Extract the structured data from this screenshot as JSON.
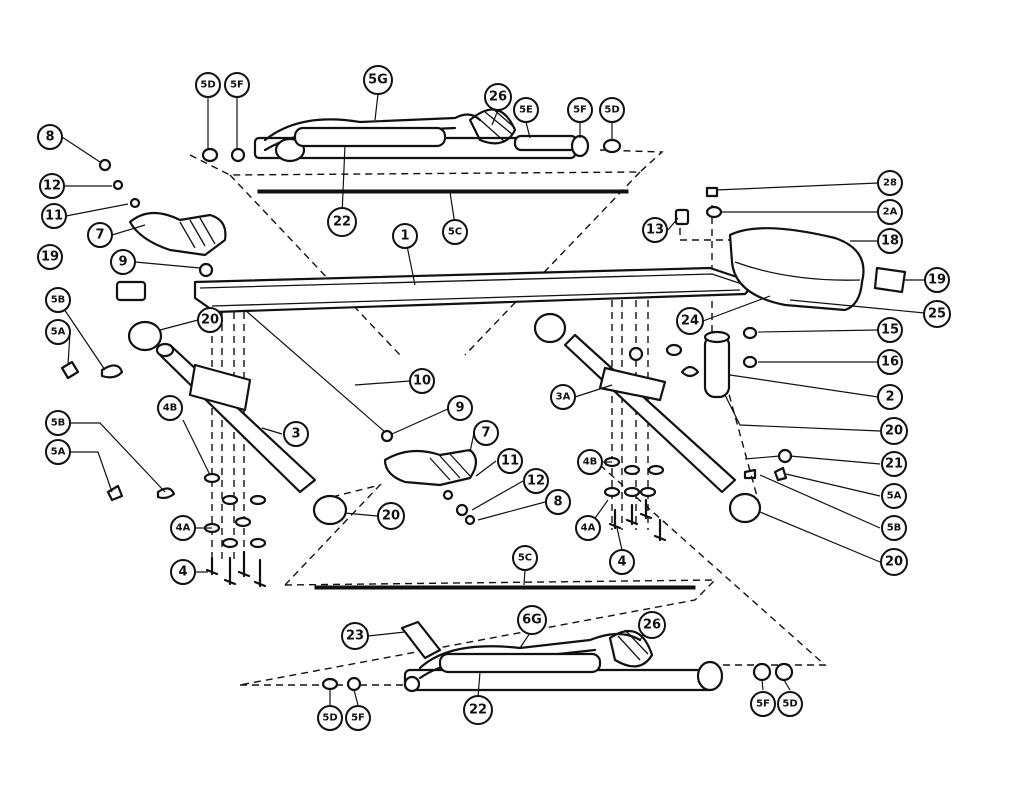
{
  "diagram": {
    "callouts": [
      "5D",
      "5F",
      "5G",
      "26",
      "5E",
      "5F",
      "5D",
      "8",
      "12",
      "11",
      "7",
      "22",
      "5C",
      "28",
      "2A",
      "13",
      "18",
      "1",
      "9",
      "19",
      "19",
      "5B",
      "24",
      "25",
      "20",
      "5A",
      "15",
      "16",
      "10",
      "3A",
      "2",
      "3",
      "20",
      "9",
      "7",
      "4B",
      "11",
      "21",
      "5B",
      "4B",
      "12",
      "5A",
      "5A",
      "8",
      "5B",
      "4A",
      "4A",
      "20",
      "20",
      "4",
      "4",
      "5C",
      "23",
      "6G",
      "26",
      "22",
      "5D",
      "5F",
      "5F",
      "5D"
    ]
  }
}
